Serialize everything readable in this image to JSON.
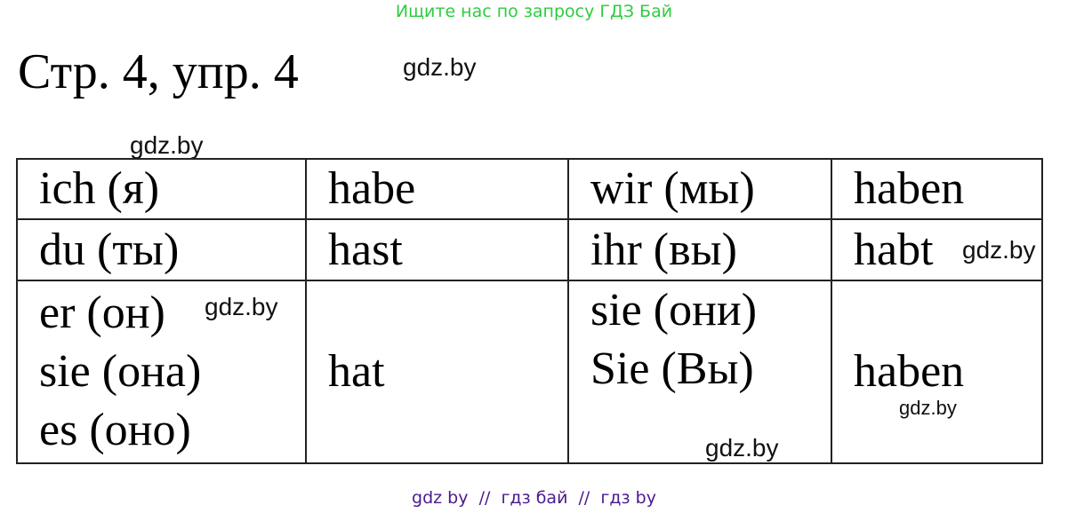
{
  "banner": {
    "text": "Ищите нас по запросу ГДЗ Бай",
    "color": "#2ecc40"
  },
  "heading": "Стр. 4, упр. 4",
  "watermarks": [
    "gdz.by",
    "gdz.by",
    "gdz.by",
    "gdz.by",
    "gdz.by",
    "gdz.by"
  ],
  "table": {
    "rows": [
      {
        "pronoun_sg": [
          "ich (я)"
        ],
        "verb_sg": "habe",
        "pronoun_pl": [
          "wir (мы)"
        ],
        "verb_pl": "haben"
      },
      {
        "pronoun_sg": [
          "du (ты)"
        ],
        "verb_sg": "hast",
        "pronoun_pl": [
          "ihr (вы)"
        ],
        "verb_pl": "habt"
      },
      {
        "pronoun_sg": [
          "er (он)",
          "sie (она)",
          "es (оно)"
        ],
        "verb_sg": "hat",
        "pronoun_pl": [
          "sie (они)",
          "Sie (Вы)"
        ],
        "verb_pl": "haben"
      }
    ]
  },
  "footer": {
    "text": "gdz by  //  гдз бай  //  гдз by",
    "color": "#4b1a8c"
  }
}
